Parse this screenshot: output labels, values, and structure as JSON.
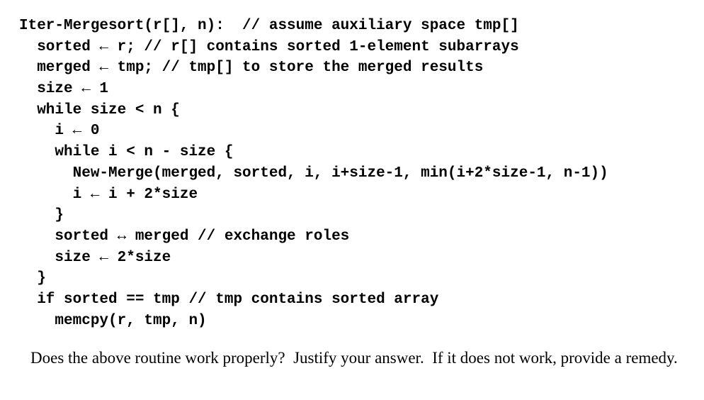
{
  "page": {
    "background_color": "#ffffff",
    "text_color": "#000000"
  },
  "pseudocode": {
    "lines": [
      "Iter-Mergesort(r[], n):  // assume auxiliary space tmp[]",
      "  sorted ← r; // r[] contains sorted 1-element subarrays",
      "  merged ← tmp; // tmp[] to store the merged results",
      "  size ← 1",
      "  while size < n {",
      "    i ← 0",
      "    while i < n - size {",
      "      New-Merge(merged, sorted, i, i+size-1, min(i+2*size-1, n-1))",
      "      i ← i + 2*size",
      "    }",
      "    sorted ↔ merged // exchange roles",
      "    size ← 2*size",
      "  }",
      "  if sorted == tmp // tmp contains sorted array",
      "    memcpy(r, tmp, n)"
    ]
  },
  "question": {
    "text": "Does the above routine work properly?  Justify your answer.  If it does not work, provide a remedy."
  }
}
